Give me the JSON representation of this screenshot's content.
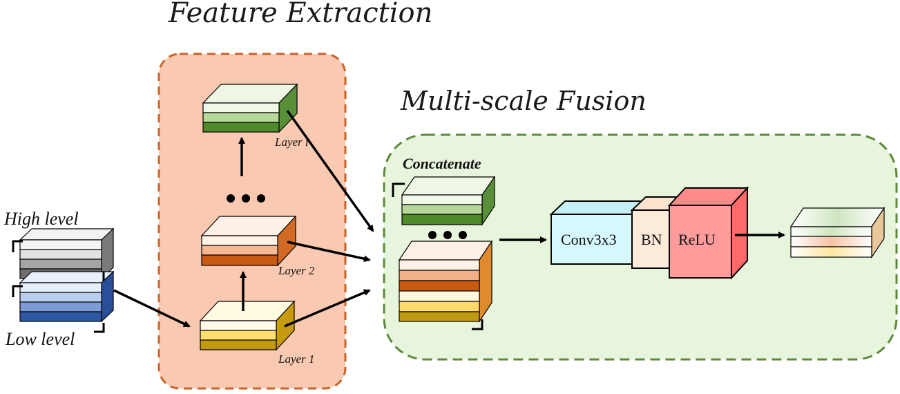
{
  "titles": {
    "feature_extraction": "Feature Extraction",
    "multi_scale_fusion": "Multi-scale Fusion"
  },
  "inputs": {
    "high_level": "High level",
    "low_level": "Low level"
  },
  "layers": {
    "layer_i": "Layer i",
    "layer_2": "Layer 2",
    "layer_1": "Layer 1"
  },
  "fusion": {
    "concatenate": "Concatenate",
    "conv": "Conv3x3",
    "bn": "BN",
    "relu": "ReLU"
  },
  "colors": {
    "feature_panel_fill": "#f9c9b1",
    "feature_panel_border": "#c8642a",
    "fusion_panel_fill": "#e8f5dd",
    "fusion_panel_border": "#5a8a3a",
    "conv_fill": "#d6f7fb",
    "bn_fill": "#fdebd9",
    "relu_fill": "#ff9b9b"
  }
}
